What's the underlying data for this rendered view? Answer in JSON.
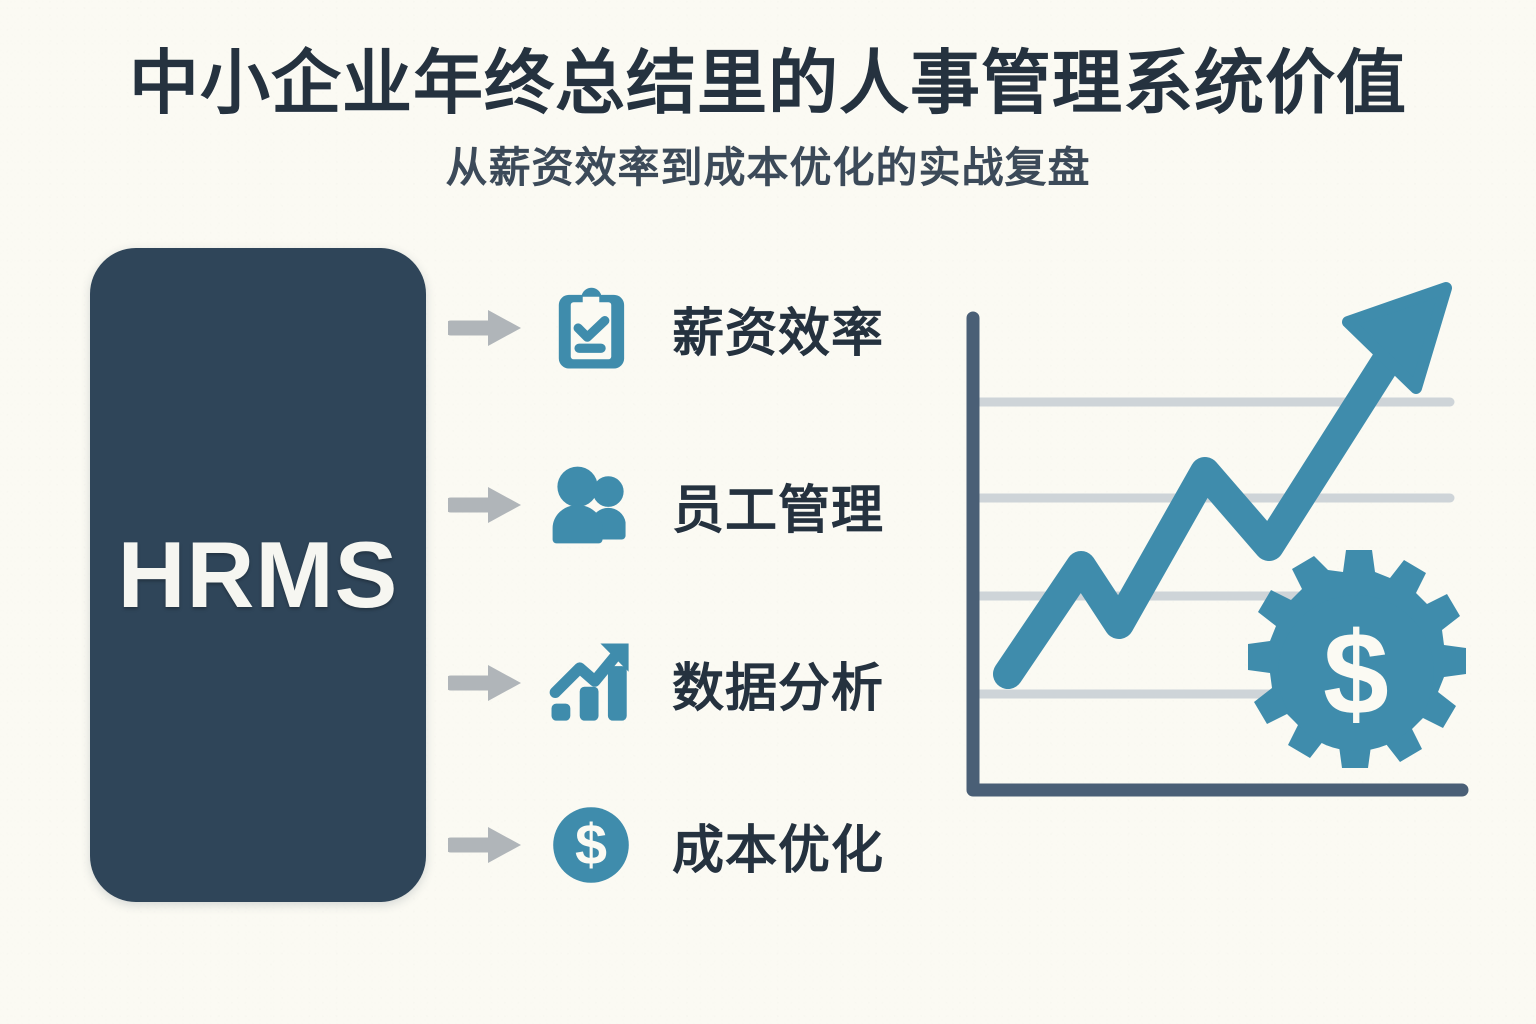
{
  "header": {
    "title": "中小企业年终总结里的人事管理系统价值",
    "subtitle": "从薪资效率到成本优化的实战复盘"
  },
  "hrms_card": {
    "label": "HRMS"
  },
  "features": [
    {
      "label": "薪资效率",
      "icon": "clipboard-check-icon",
      "arrow": "arrow-right-icon"
    },
    {
      "label": "员工管理",
      "icon": "users-group-icon",
      "arrow": "arrow-right-icon"
    },
    {
      "label": "数据分析",
      "icon": "bar-chart-trend-icon",
      "arrow": "arrow-right-icon"
    },
    {
      "label": "成本优化",
      "icon": "dollar-circle-icon",
      "arrow": "arrow-right-icon"
    }
  ],
  "chart_data": {
    "type": "line",
    "title": "",
    "xlabel": "",
    "ylabel": "",
    "grid": true,
    "gridlines": 4,
    "legend": "none",
    "xlim": [
      0,
      100
    ],
    "ylim": [
      0,
      100
    ],
    "series": [
      {
        "name": "growth-trend",
        "x": [
          8,
          26,
          36,
          57,
          73,
          100
        ],
        "y": [
          24,
          45,
          34,
          62,
          47,
          100
        ],
        "arrowhead": true
      }
    ],
    "annotations": [
      {
        "name": "gear-dollar-icon",
        "x": 72,
        "y": 22
      }
    ]
  },
  "colors": {
    "background": "#fbfaf3",
    "card_navy": "#2f4559",
    "text_dark": "#25323f",
    "accent_blue": "#3f8cac",
    "arrow_gray": "#b0b5b9",
    "gridline_gray": "#ced4d8",
    "axis_navy": "#4a5f76",
    "card_text": "#f6f6f1"
  }
}
